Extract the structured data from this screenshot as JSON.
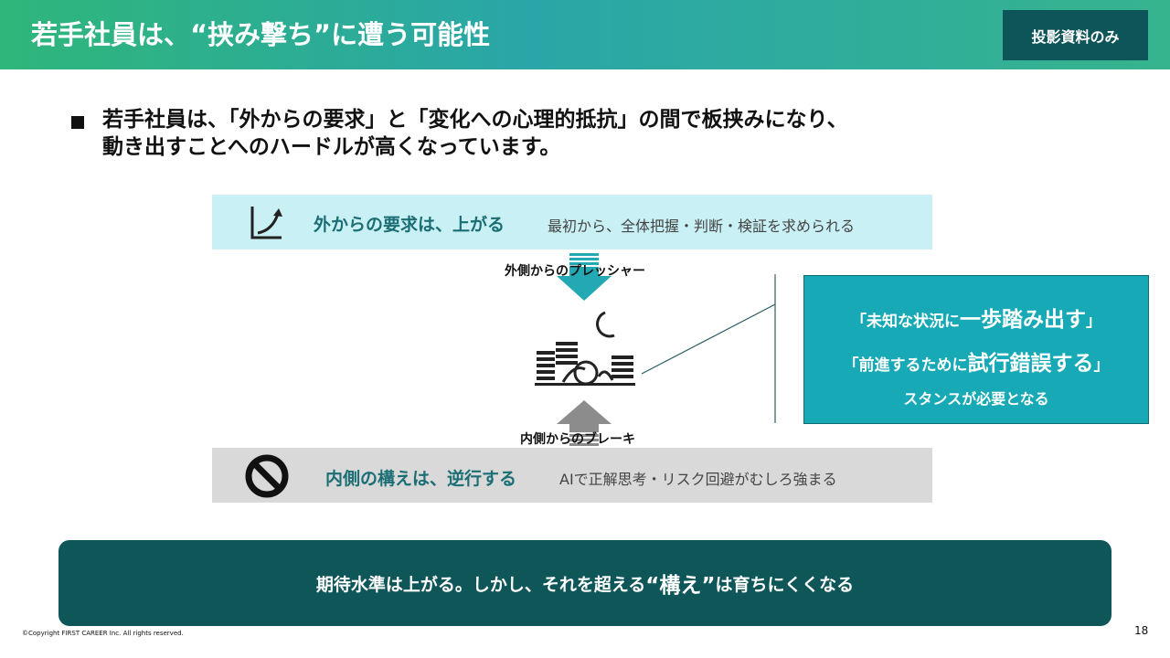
{
  "header": {
    "title": "若手社員は、“挟み撃ち”に遭う可能性",
    "badge": "投影資料のみ"
  },
  "bullet": {
    "line1": "若手社員は、「外からの要求」と「変化への心理的抵抗」の間で板挟みになり、",
    "line2": "動き出すことへのハードルが高くなっています。"
  },
  "demand": {
    "title": "外からの要求は、上がる",
    "desc": "最初から、全体把握・判断・検証を求められる",
    "icon": "growth-chart-icon"
  },
  "pressure_label": "外側からのプレッシャー",
  "brake_label": "内側からのブレーキ",
  "resistance": {
    "title": "内側の構えは、逆行する",
    "desc": "AIで正解思考・リスク回避がむしろ強まる",
    "icon": "prohibition-icon"
  },
  "stance": {
    "l1_open": "「未知な状況に",
    "l1_big": "一歩踏み出す",
    "l1_close": "」",
    "l2_open": "「前進するために",
    "l2_big": "試行錯誤する",
    "l2_close": "」",
    "l3": "スタンスが必要となる"
  },
  "summary": {
    "before": "期待水準は上がる。しかし、それを超える",
    "big": "“構え”",
    "after": "は育ちにくくなる"
  },
  "footer": {
    "copyright": "©Copyright FIRST CAREER Inc. All rights reserved.",
    "page": "18"
  },
  "colors": {
    "header_gradient_start": "#2fb67a",
    "header_gradient_mid": "#2aa6a8",
    "badge_bg": "#0e5559",
    "demand_bg": "#c9f0f5",
    "resistance_bg": "#d9d9d9",
    "accent_teal": "#1b6e74",
    "stance_bg": "#17a9b5",
    "summary_bg": "#0f5658",
    "arrow_down": "#22a9b3",
    "arrow_up": "#8c8c8c"
  }
}
